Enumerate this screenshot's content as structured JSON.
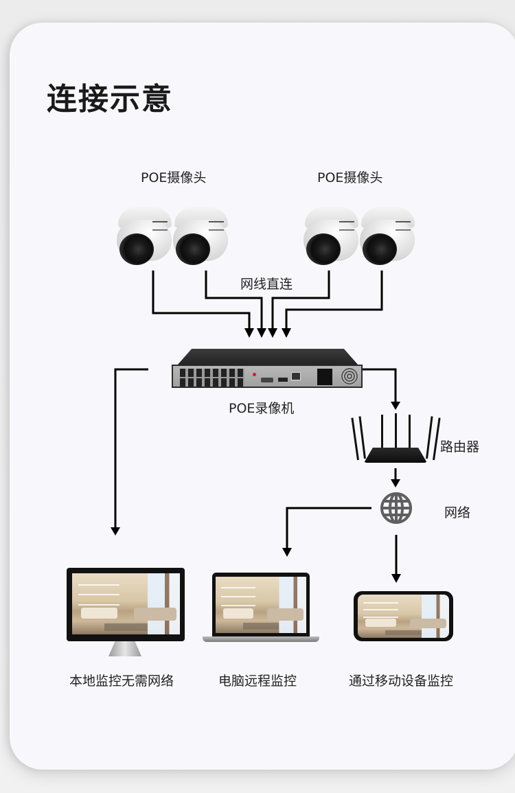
{
  "title": "连接示意",
  "labels": {
    "camera_group_left": "POE摄像头",
    "camera_group_right": "POE摄像头",
    "cable": "网线直连",
    "nvr": "POE录像机",
    "router": "路由器",
    "network": "网络"
  },
  "endpoints": [
    {
      "id": "monitor",
      "label": "本地监控无需网络"
    },
    {
      "id": "laptop",
      "label": "电脑远程监控"
    },
    {
      "id": "phone",
      "label": "通过移动设备监控"
    }
  ],
  "cameras": [
    {
      "group": "left",
      "icon": "dome-camera-icon"
    },
    {
      "group": "left",
      "icon": "dome-camera-icon"
    },
    {
      "group": "right",
      "icon": "dome-camera-icon"
    },
    {
      "group": "right",
      "icon": "dome-camera-icon"
    }
  ],
  "colors": {
    "line": "#000000",
    "globe": "#5f5f5f",
    "card": "#f8f8fc",
    "text": "#222222"
  }
}
